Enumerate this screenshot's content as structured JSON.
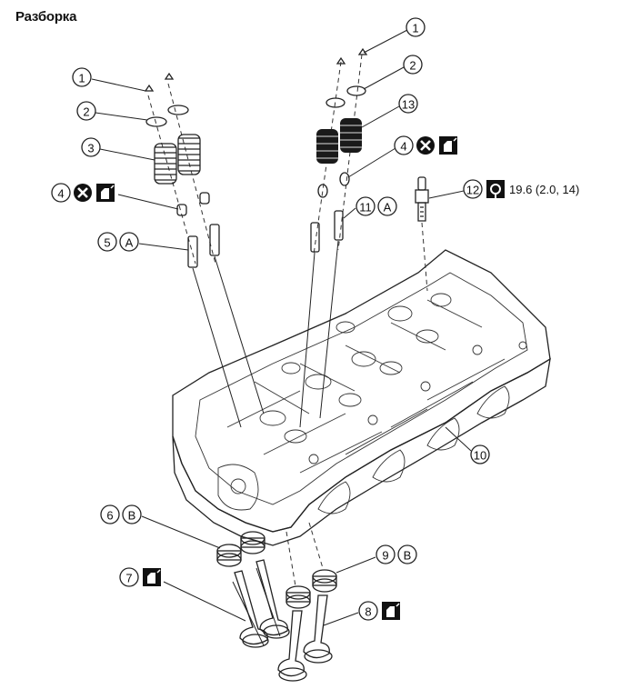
{
  "title": "Разборка",
  "callouts": [
    {
      "id": "c1a",
      "num": "1"
    },
    {
      "id": "c1b",
      "num": "1"
    },
    {
      "id": "c2a",
      "num": "2"
    },
    {
      "id": "c2b",
      "num": "2"
    },
    {
      "id": "c3",
      "num": "3"
    },
    {
      "id": "c4a",
      "num": "4"
    },
    {
      "id": "c4b",
      "num": "4"
    },
    {
      "id": "c5",
      "num": "5",
      "letter": "A"
    },
    {
      "id": "c6",
      "num": "6",
      "letter": "B"
    },
    {
      "id": "c7",
      "num": "7"
    },
    {
      "id": "c8",
      "num": "8"
    },
    {
      "id": "c9",
      "num": "9",
      "letter": "B"
    },
    {
      "id": "c10",
      "num": "10"
    },
    {
      "id": "c11",
      "num": "11",
      "letter": "A"
    },
    {
      "id": "c12",
      "num": "12",
      "torque": "19.6 (2.0, 14)"
    },
    {
      "id": "c13",
      "num": "13"
    }
  ],
  "icons": [
    "no-reuse-icon",
    "apply-oil-icon",
    "torque-wrench-icon"
  ]
}
